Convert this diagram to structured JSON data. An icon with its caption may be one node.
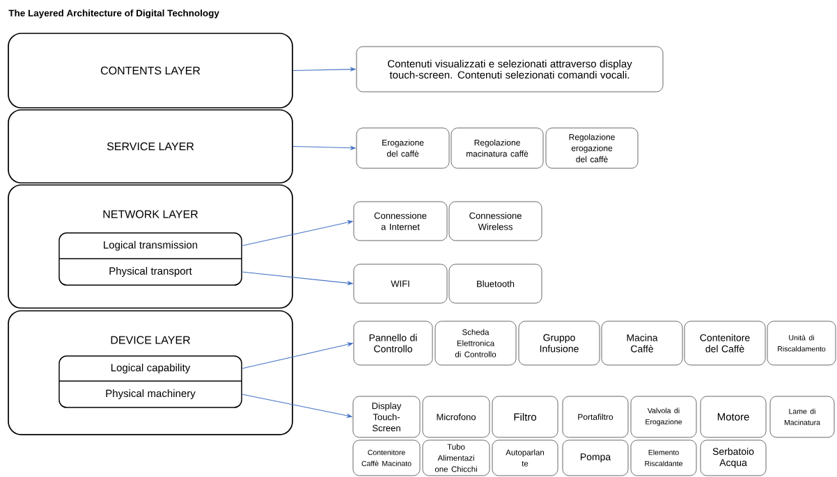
{
  "diagram": {
    "title": "The Layered Architecture of Digital Technology",
    "nodes": [
      {
        "text": [
          "CONTENTS LAYER"
        ]
      },
      {
        "text": [
          "SERVICE LAYER"
        ]
      },
      {
        "text": [
          "NETWORK LAYER"
        ]
      },
      {
        "text": [
          "Logical transmission"
        ],
        "in": 2
      },
      {
        "text": [
          "Physical transport"
        ],
        "in": 2
      },
      {
        "text": [
          "DEVICE LAYER"
        ]
      },
      {
        "text": [
          "Logical capability"
        ],
        "in": 5
      },
      {
        "text": [
          "Physical machinery"
        ],
        "in": 5
      },
      {
        "text": [
          "Contenuti visualizzati e selezionati attraverso display touch-screen. Contenuti selezionati comandi vocali."
        ]
      },
      {
        "text": [
          "Erogazione del caffè"
        ]
      },
      {
        "text": [
          "Regolazione macinatura caffè"
        ]
      },
      {
        "text": [
          "Regolazione erogazione del caffè"
        ]
      },
      {
        "text": [
          "Connessione a Internet"
        ]
      },
      {
        "text": [
          "Connessione Wireless"
        ]
      },
      {
        "text": [
          "WIFI"
        ]
      },
      {
        "text": [
          "Bluetooth"
        ]
      },
      {
        "text": [
          "Pannello di Controllo"
        ]
      },
      {
        "text": [
          "Scheda Elettronica di Controllo"
        ]
      },
      {
        "text": [
          "Gruppo Infusione"
        ]
      },
      {
        "text": [
          "Macina Caffè"
        ]
      },
      {
        "text": [
          "Contenitore del Caffè"
        ]
      },
      {
        "text": [
          "Unità di Riscaldamento"
        ]
      },
      {
        "text": [
          "Display Touch-Screen"
        ]
      },
      {
        "text": [
          "Microfono"
        ]
      },
      {
        "text": [
          "Filtro"
        ]
      },
      {
        "text": [
          "Portafiltro"
        ]
      },
      {
        "text": [
          "Valvola di Erogazione"
        ]
      },
      {
        "text": [
          "Motore"
        ]
      },
      {
        "text": [
          "Lame di Macinatura"
        ]
      },
      {
        "text": [
          "Contenitore Caffè Macinato"
        ]
      },
      {
        "text": [
          "Tubo Alimentazi one Chicchi"
        ]
      },
      {
        "text": [
          "Autoparlan te"
        ]
      },
      {
        "text": [
          "Pompa"
        ]
      },
      {
        "text": [
          "Elemento Riscaldante"
        ]
      },
      {
        "text": [
          "Serbatoio Acqua"
        ]
      }
    ],
    "edges": [
      {
        "from": 0,
        "to": 8,
        "arrow": "to"
      },
      {
        "from": 1,
        "to": 9,
        "arrow": "to"
      },
      {
        "from": 3,
        "to": 12,
        "arrow": "to"
      },
      {
        "from": 4,
        "to": 14,
        "arrow": "to"
      },
      {
        "from": 6,
        "to": 16,
        "arrow": "to"
      },
      {
        "from": 7,
        "to": 22,
        "arrow": "to"
      }
    ]
  }
}
